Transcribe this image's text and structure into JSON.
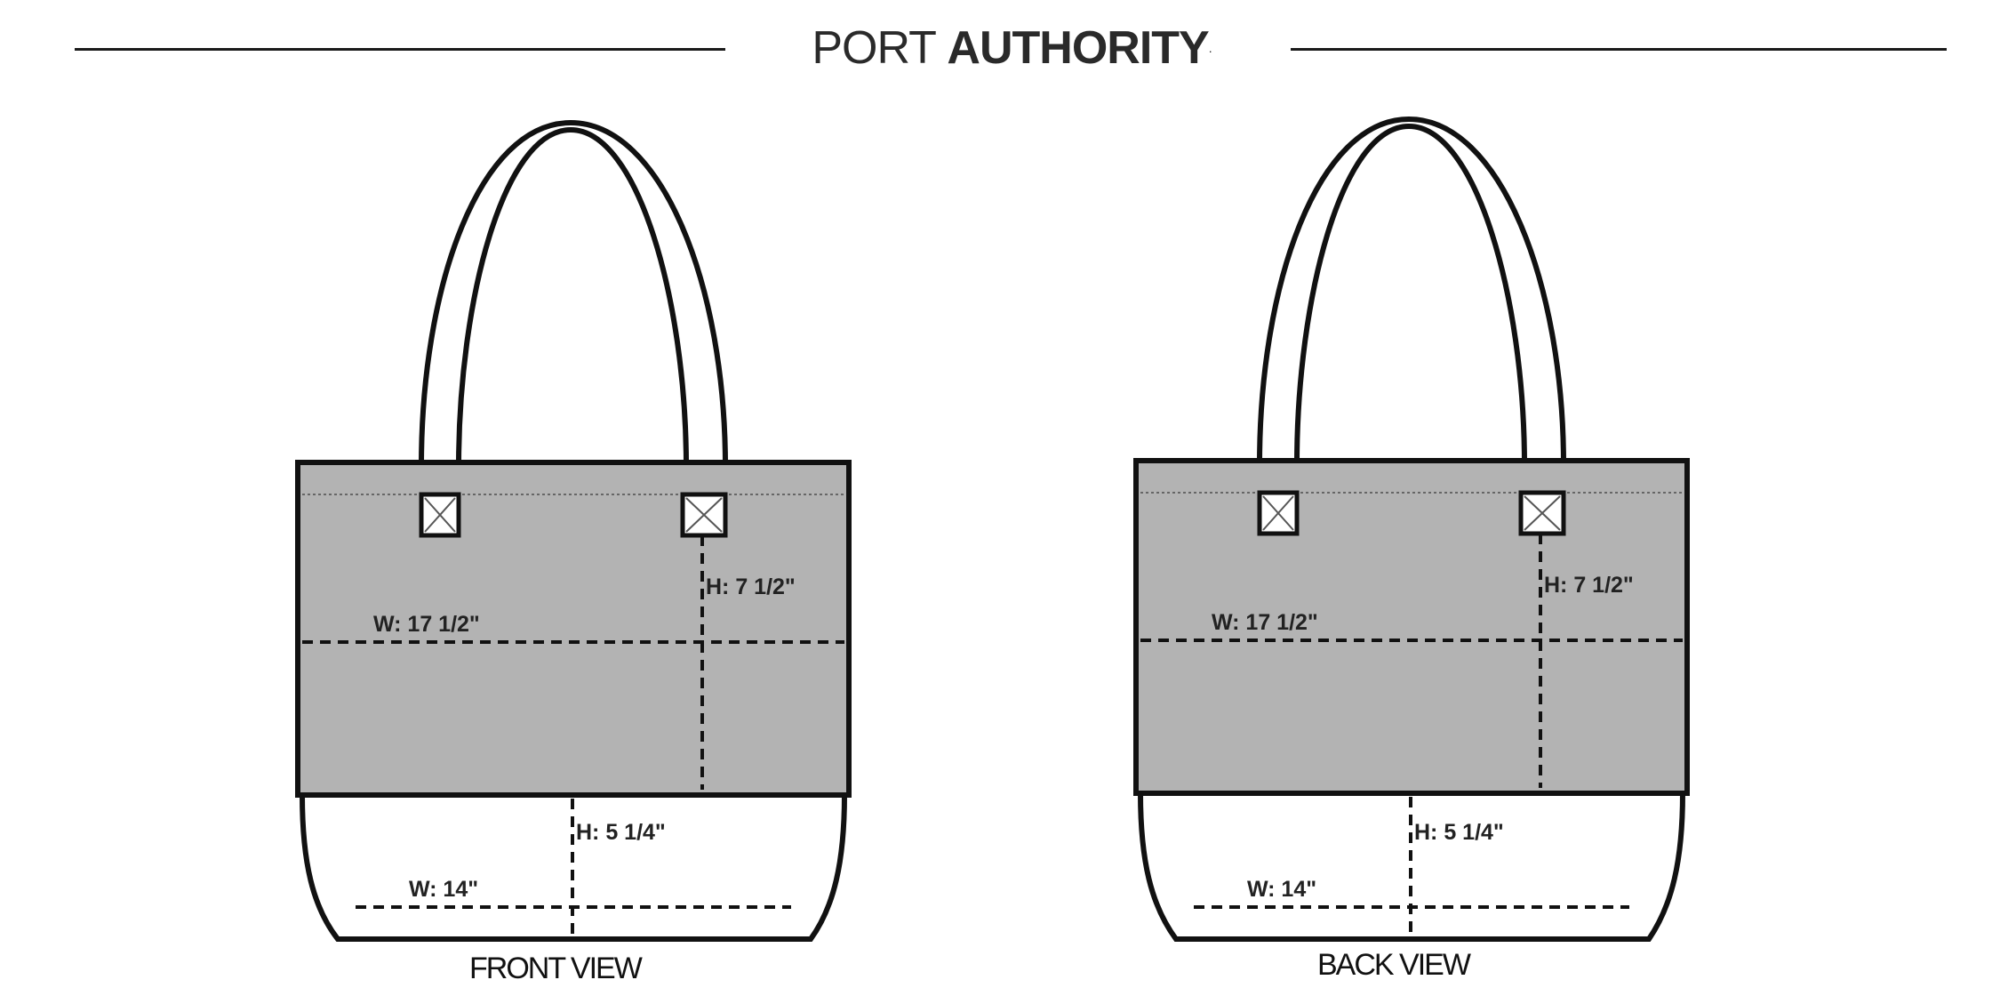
{
  "brand": {
    "part1": "PORT",
    "part2": "AUTHORITY",
    "mark": "."
  },
  "colors": {
    "upper_panel": "#b3b3b3",
    "lower_panel": "#ffffff",
    "outline": "#111111"
  },
  "views": [
    {
      "label": "FRONT VIEW",
      "upper_width": "W: 17 1/2\"",
      "upper_height": "H: 7 1/2\"",
      "lower_width": "W: 14\"",
      "lower_height": "H: 5 1/4\""
    },
    {
      "label": "BACK VIEW",
      "upper_width": "W: 17 1/2\"",
      "upper_height": "H: 7 1/2\"",
      "lower_width": "W: 14\"",
      "lower_height": "H: 5 1/4\""
    }
  ]
}
